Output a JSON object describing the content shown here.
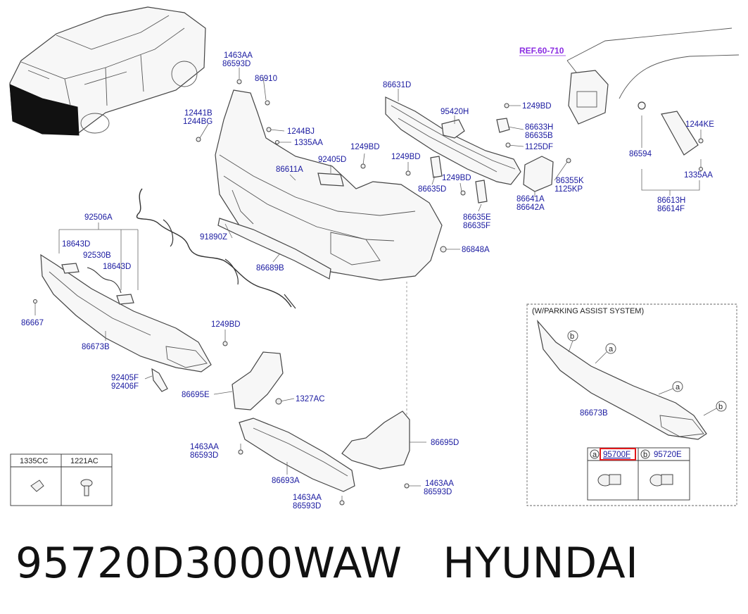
{
  "diagram": {
    "ref_label": "REF.60-710",
    "parts": {
      "p1463AA_86593D_top": [
        "1463AA",
        "86593D"
      ],
      "p86910": "86910",
      "p12441B_1244BG": [
        "12441B",
        "1244BG"
      ],
      "p1244BJ": "1244BJ",
      "p1335AA_a": "1335AA",
      "p86611A": "86611A",
      "p92405D": "92405D",
      "p1249BD_a": "1249BD",
      "p86631D": "86631D",
      "p95420H": "95420H",
      "p1249BD_b": "1249BD",
      "p86633H_86635B": [
        "86633H",
        "86635B"
      ],
      "p1125DF": "1125DF",
      "p1249BD_c": "1249BD",
      "p1249BD_d": "1249BD",
      "p86635D": "86635D",
      "p86355K_1125KP": [
        "86355K",
        "1125KP"
      ],
      "p86641A_86642A": [
        "86641A",
        "86642A"
      ],
      "p86635E_86635F": [
        "86635E",
        "86635F"
      ],
      "p86848A": "86848A",
      "p1244KE": "1244KE",
      "p86594": "86594",
      "p1335AA_b": "1335AA",
      "p86613H_86614F": [
        "86613H",
        "86614F"
      ],
      "p92506A": "92506A",
      "p18643D_a": "18643D",
      "p92530B": "92530B",
      "p18643D_b": "18643D",
      "p91890Z": "91890Z",
      "p86689B": "86689B",
      "p86667": "86667",
      "p86673B": "86673B",
      "p1249BD_e": "1249BD",
      "p92405F_92406F": [
        "92405F",
        "92406F"
      ],
      "p86695E": "86695E",
      "p1327AC": "1327AC",
      "p1463AA_86593D_mid": [
        "1463AA",
        "86593D"
      ],
      "p86693A": "86693A",
      "p1463AA_86593D_low": [
        "1463AA",
        "86593D"
      ],
      "p1463AA_86593D_right": [
        "1463AA",
        "86593D"
      ],
      "p86695D": "86695D"
    },
    "legend_table": {
      "headers": [
        "1335CC",
        "1221AC"
      ]
    },
    "inset": {
      "title": "(W/PARKING ASSIST SYSTEM)",
      "part_label": "86673B",
      "callout_a": "a",
      "callout_b": "b",
      "sensor_a_label": "95700F",
      "sensor_b_label": "95720E",
      "highlight_color": "#e0181b"
    }
  },
  "caption": {
    "part_number": "95720D3000WAW",
    "brand": "HYUNDAI"
  }
}
